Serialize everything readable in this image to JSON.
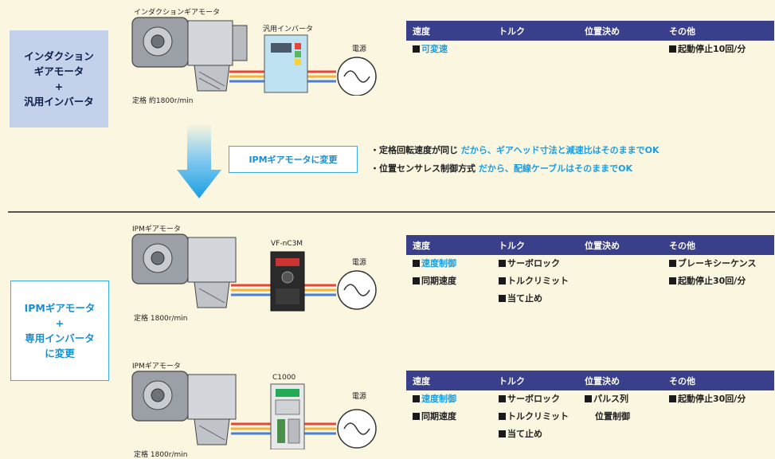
{
  "colors": {
    "wire_red": "#e8443a",
    "wire_blue": "#4a7fd6",
    "wire_orange": "#f5b13a",
    "header": "#3a3f8c",
    "accent": "#1a9ee0"
  },
  "before": {
    "label": "インダクション\nギアモータ\n+\n汎用インバータ",
    "motor_caption": "インダクションギアモータ",
    "inverter_caption": "汎用インバータ",
    "power_caption": "電源",
    "rating": "定格 約1800r/min",
    "table": {
      "headers": [
        "速度",
        "トルク",
        "位置決め",
        "その他"
      ],
      "speed": [
        {
          "text": "可変速",
          "hl": true
        }
      ],
      "torque": [],
      "position": [],
      "other": [
        {
          "text": "起動停止10回/分",
          "hl": false
        }
      ]
    }
  },
  "change": {
    "box_label": "IPMギアモータに変更",
    "notes": [
      {
        "prefix": "・定格回転速度が同じ ",
        "emph": "だから、ギアヘッド寸法と減速比はそのままでOK"
      },
      {
        "prefix": "・位置センサレス制御方式 ",
        "emph": "だから、配線ケーブルはそのままでOK"
      }
    ]
  },
  "after": {
    "label": "IPMギアモータ\n+\n専用インバータ\nに変更",
    "systems": [
      {
        "motor_caption": "IPMギアモータ",
        "inverter_caption": "VF-nC3M",
        "power_caption": "電源",
        "rating": "定格 1800r/min",
        "table": {
          "headers": [
            "速度",
            "トルク",
            "位置決め",
            "その他"
          ],
          "speed": [
            {
              "text": "速度制御",
              "hl": true
            },
            {
              "text": "同期速度",
              "hl": false
            }
          ],
          "torque": [
            {
              "text": "サーボロック",
              "hl": false
            },
            {
              "text": "トルクリミット",
              "hl": false
            },
            {
              "text": "当て止め",
              "hl": false
            }
          ],
          "position": [],
          "other": [
            {
              "text": "ブレーキシーケンス",
              "hl": false
            },
            {
              "text": "起動停止30回/分",
              "hl": false
            }
          ]
        }
      },
      {
        "motor_caption": "IPMギアモータ",
        "inverter_caption": "C1000",
        "power_caption": "電源",
        "rating": "定格 1800r/min",
        "table": {
          "headers": [
            "速度",
            "トルク",
            "位置決め",
            "その他"
          ],
          "speed": [
            {
              "text": "速度制御",
              "hl": true
            },
            {
              "text": "同期速度",
              "hl": false
            }
          ],
          "torque": [
            {
              "text": "サーボロック",
              "hl": false
            },
            {
              "text": "トルクリミット",
              "hl": false
            },
            {
              "text": "当て止め",
              "hl": false
            }
          ],
          "position": [
            {
              "text": "パルス列",
              "hl": false
            },
            {
              "text": "位置制御",
              "hl": false,
              "indent": true
            }
          ],
          "other": [
            {
              "text": "起動停止30回/分",
              "hl": false
            }
          ]
        }
      }
    ]
  }
}
